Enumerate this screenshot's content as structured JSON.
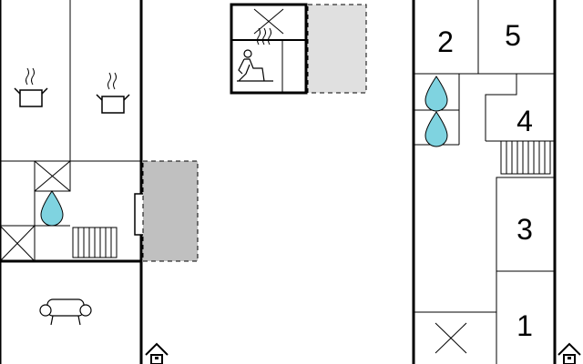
{
  "floorplan": {
    "rooms": [
      {
        "id": "room-1",
        "label": "1"
      },
      {
        "id": "room-2",
        "label": "2"
      },
      {
        "id": "room-3",
        "label": "3"
      },
      {
        "id": "room-4",
        "label": "4"
      },
      {
        "id": "room-5",
        "label": "5"
      }
    ],
    "symbols": [
      "kitchen-pot-icon",
      "water-drop-icon",
      "sauna-icon",
      "sofa-icon",
      "radiator-icon",
      "entrance-house-icon",
      "storage-cross-icon"
    ],
    "colors": {
      "wall": "#000000",
      "water": "#7fd3e0",
      "annex_dark": "#c0c0c0",
      "annex_light": "#e0e0e0"
    }
  }
}
